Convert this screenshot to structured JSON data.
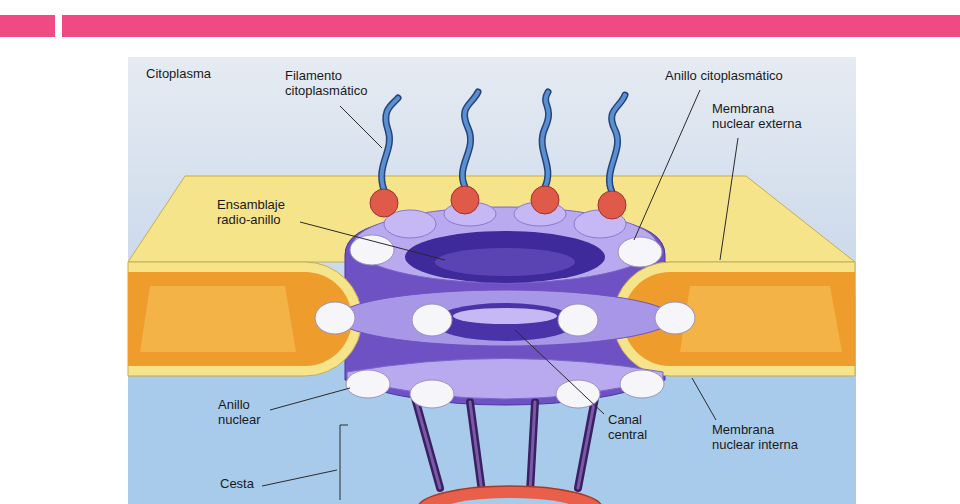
{
  "diagram": {
    "labels": [
      "Citoplasma",
      "Filamento citoplasmático",
      "Anillo citoplasmático",
      "Membrana nuclear externa",
      "Ensamblaje radio-anillo",
      "Anillo nuclear",
      "Canal central",
      "Membrana nuclear interna",
      "Cesta"
    ]
  }
}
